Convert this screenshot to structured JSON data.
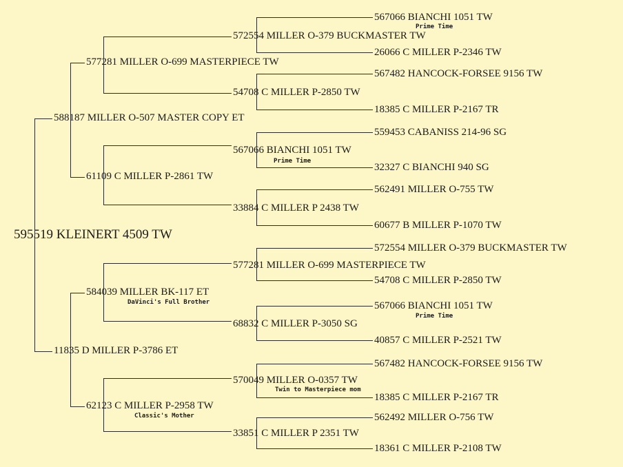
{
  "colors": {
    "background": "#fdf7c8",
    "text": "#1a1a1a",
    "lines": "#2a2a2a"
  },
  "pedigree": {
    "header_fragment": "",
    "root": "595519 KLEINERT 4509 TW",
    "sire": "588187 MILLER O-507 MASTER COPY ET",
    "dam": "11835 D MILLER P-3786 ET",
    "s_s": "577281 MILLER O-699 MASTERPIECE TW",
    "s_d": "61109 C MILLER P-2861 TW",
    "d_s": "584039 MILLER BK-117 ET",
    "d_s_note": "DaVinci's Full Brother",
    "d_d": "62123 C MILLER P-2958 TW",
    "d_d_note": "Classic's Mother",
    "g3": {
      "sss": "572554 MILLER O-379 BUCKMASTER TW",
      "ssd": "54708 C MILLER P-2850 TW",
      "sds": "567066 BIANCHI 1051 TW",
      "sds_note": "Prime Time",
      "sdd": "33884 C MILLER P 2438 TW",
      "dss": "577281 MILLER O-699 MASTERPIECE TW",
      "dsd": "68832 C MILLER P-3050 SG",
      "dds": "570049 MILLER O-0357 TW",
      "dds_note": "Twin to Masterpiece mom",
      "ddd": "33851 C MILLER P 2351 TW"
    },
    "g4": [
      {
        "text": "567066 BIANCHI 1051 TW",
        "note": "Prime Time"
      },
      {
        "text": "26066 C MILLER P-2346 TW"
      },
      {
        "text": "567482 HANCOCK-FORSEE 9156 TW"
      },
      {
        "text": "18385 C MILLER P-2167 TR"
      },
      {
        "text": "559453 CABANISS 214-96 SG"
      },
      {
        "text": "32327 C BIANCHI 940 SG"
      },
      {
        "text": "562491 MILLER O-755 TW"
      },
      {
        "text": "60677 B MILLER P-1070 TW"
      },
      {
        "text": "572554 MILLER O-379 BUCKMASTER TW"
      },
      {
        "text": "54708 C MILLER P-2850 TW"
      },
      {
        "text": "567066 BIANCHI 1051 TW",
        "note": "Prime Time"
      },
      {
        "text": "40857 C MILLER P-2521 TW"
      },
      {
        "text": "567482 HANCOCK-FORSEE 9156 TW"
      },
      {
        "text": "18385 C MILLER P-2167 TR"
      },
      {
        "text": "562492 MILLER O-756 TW"
      },
      {
        "text": "18361 C MILLER P-2108 TW"
      }
    ],
    "footer_fragment": ""
  }
}
